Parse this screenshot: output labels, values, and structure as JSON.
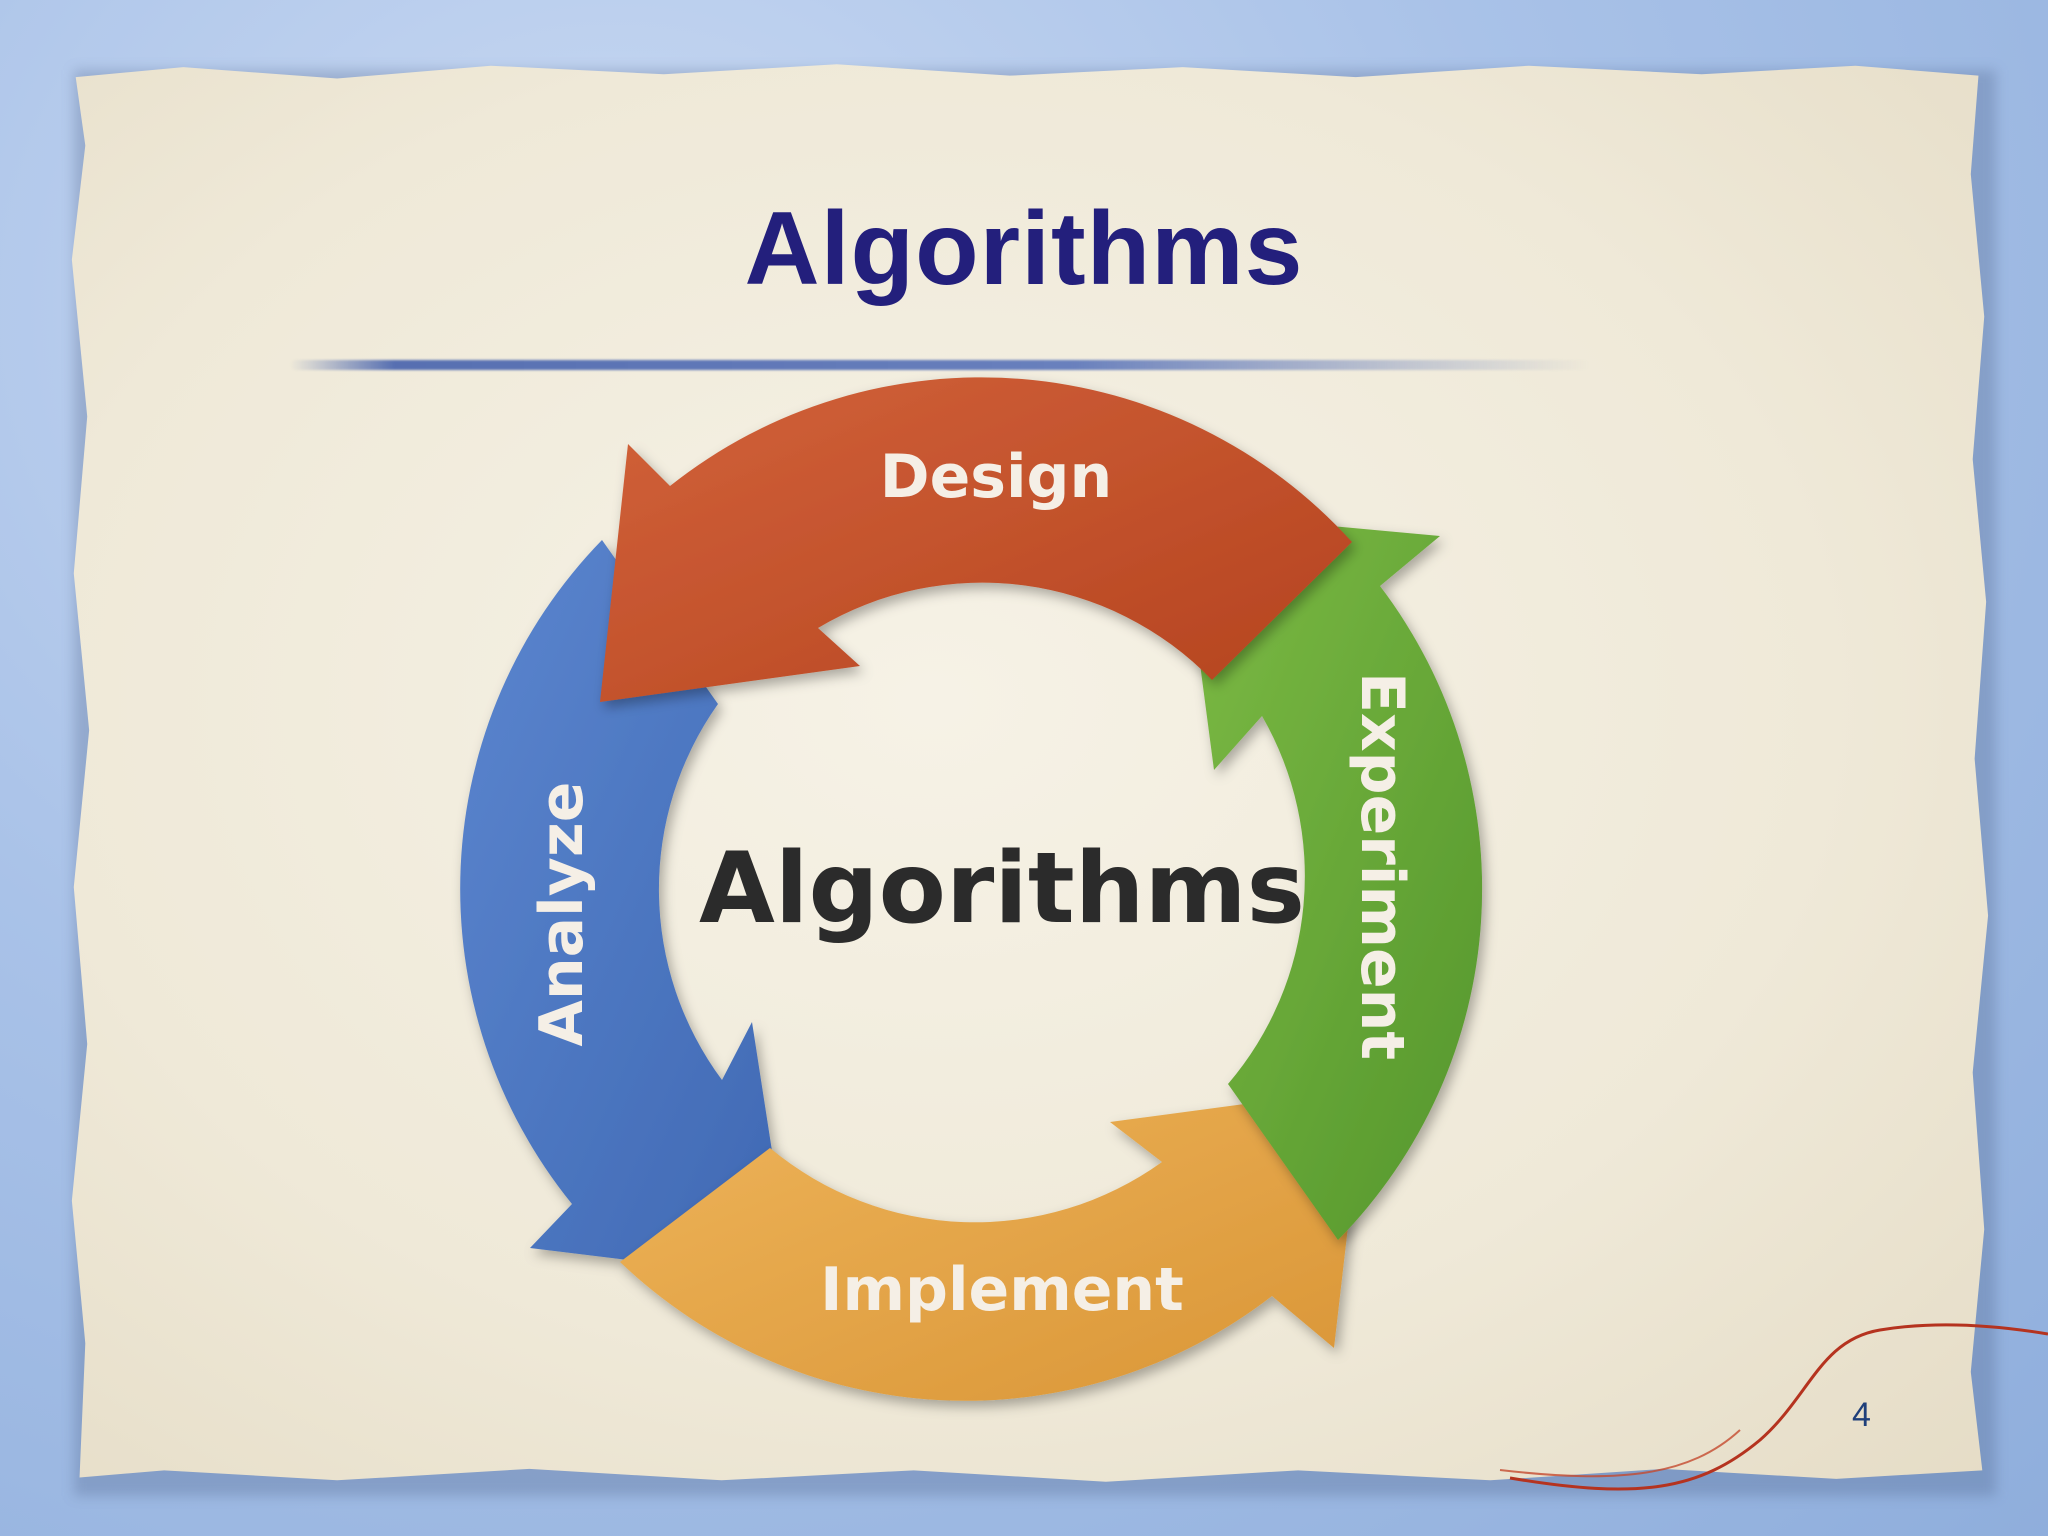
{
  "slide": {
    "title": "Algorithms",
    "page_number": "4"
  },
  "cycle": {
    "center_label": "Algorithms",
    "stages": [
      {
        "name": "design",
        "label": "Design",
        "color": "#c7532b"
      },
      {
        "name": "experiment",
        "label": "Experiment",
        "color": "#6aa93a"
      },
      {
        "name": "implement",
        "label": "Implement",
        "color": "#e4a646"
      },
      {
        "name": "analyze",
        "label": "Analyze",
        "color": "#4f79c3"
      }
    ]
  },
  "colors": {
    "title": "#231f7c",
    "center_text": "#2b2b2b",
    "stage_text": "#f5efe6"
  }
}
